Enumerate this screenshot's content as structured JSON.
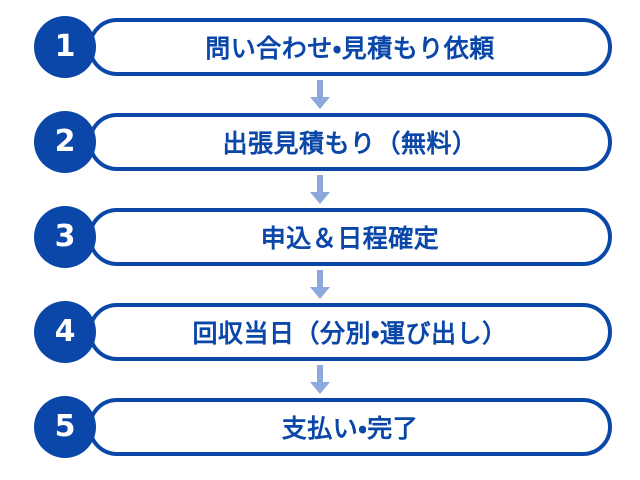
{
  "diagram": {
    "type": "vertical-flow",
    "title": "",
    "step_count": 5,
    "colors": {
      "brand_blue": "#0B47A8",
      "badge_fill": "#0B47A8",
      "badge_number": "#FFFFFF",
      "pill_border": "#0B47A8",
      "pill_fill": "#FFFFFF",
      "label_text": "#0B47A8",
      "arrow": "#8CA8DC",
      "background": "#FFFFFF"
    },
    "steps": [
      {
        "number": "1",
        "label": "問い合わせ・見積もり依頼"
      },
      {
        "number": "2",
        "label": "出張見積もり（無料）"
      },
      {
        "number": "3",
        "label": "申込＆日程確定"
      },
      {
        "number": "4",
        "label": "回収当日（分別・運び出し）"
      },
      {
        "number": "5",
        "label": "支払い・完了"
      }
    ],
    "connectors": [
      {
        "icon": "arrow-down-icon"
      },
      {
        "icon": "arrow-down-icon"
      },
      {
        "icon": "arrow-down-icon"
      },
      {
        "icon": "arrow-down-icon"
      }
    ]
  }
}
